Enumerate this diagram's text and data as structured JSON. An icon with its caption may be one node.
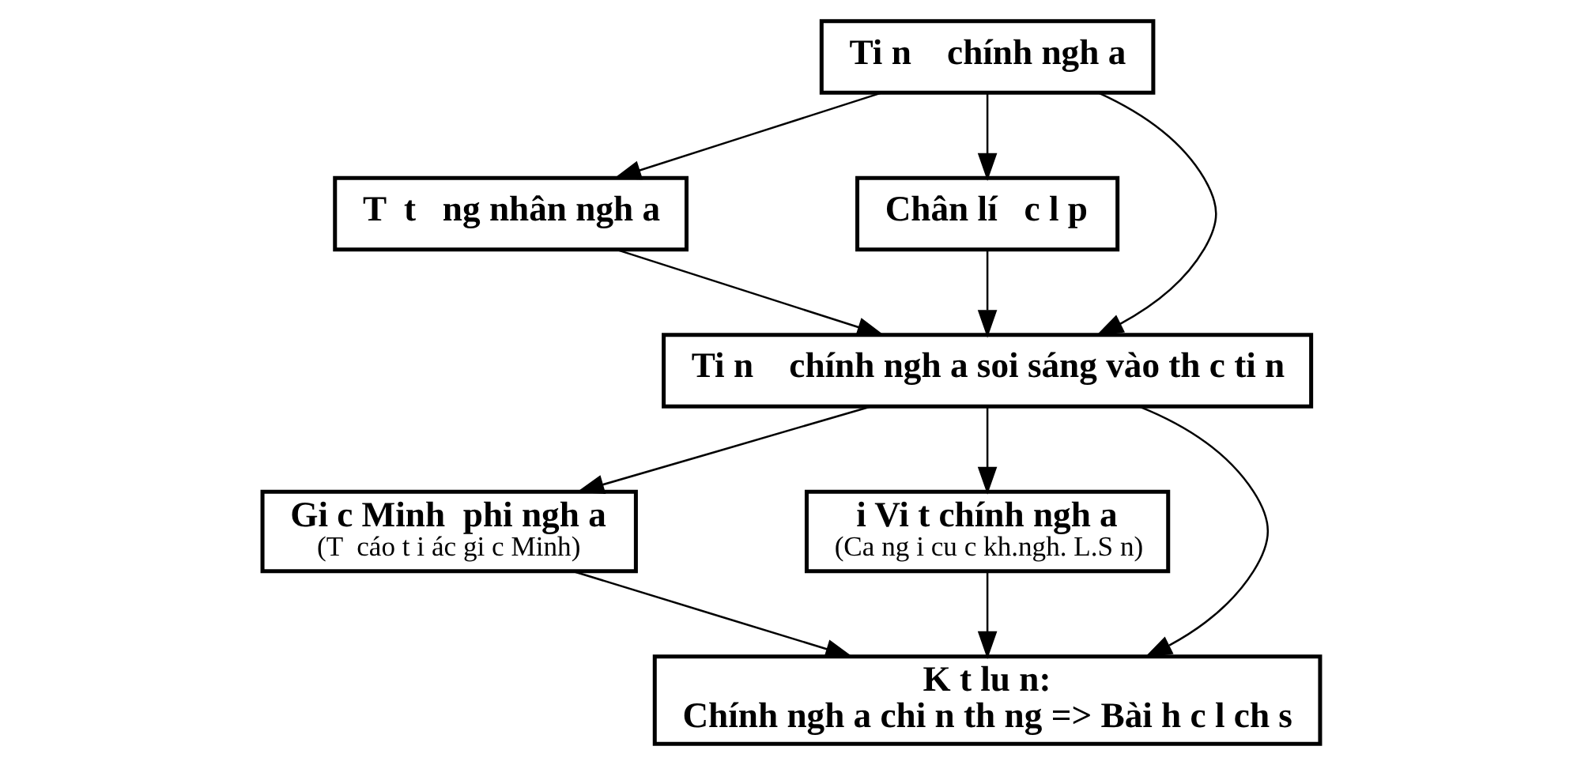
{
  "diagram": {
    "nodes": [
      {
        "text": [
          "Ti n    chính ngh a"
        ]
      },
      {
        "text": [
          "T  t   ng nhân ngh a"
        ]
      },
      {
        "text": [
          "Chân lí   c l p"
        ]
      },
      {
        "text": [
          "Ti n    chính ngh a soi sáng vào th c ti n"
        ]
      },
      {
        "text": [
          "Gi c Minh  phi ngh a",
          "(T  cáo t i ác gi c Minh)"
        ]
      },
      {
        "text": [
          "i Vi t chính ngh a",
          "(Ca ng i cu c kh.ngh. L.S n)"
        ]
      },
      {
        "text": [
          "K t lu n:",
          "Chính ngh a chi n th ng => Bài h c l ch s"
        ]
      }
    ],
    "edges": [
      {
        "from": 0,
        "to": 1,
        "arrow": "to"
      },
      {
        "from": 0,
        "to": 2,
        "arrow": "to"
      },
      {
        "from": 0,
        "to": 3,
        "arrow": "to"
      },
      {
        "from": 1,
        "to": 3,
        "arrow": "to"
      },
      {
        "from": 2,
        "to": 3,
        "arrow": "to"
      },
      {
        "from": 3,
        "to": 4,
        "arrow": "to"
      },
      {
        "from": 3,
        "to": 5,
        "arrow": "to"
      },
      {
        "from": 3,
        "to": 6,
        "arrow": "to"
      },
      {
        "from": 4,
        "to": 6,
        "arrow": "to"
      },
      {
        "from": 5,
        "to": 6,
        "arrow": "to"
      }
    ]
  }
}
